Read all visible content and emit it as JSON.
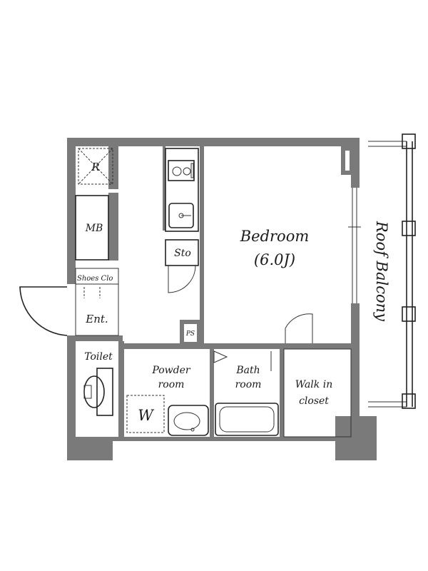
{
  "rooms": {
    "bedroom": "Bedroom",
    "bedroom_size": "(6.0J)",
    "roof_balcony": "Roof Balcony",
    "toilet": "Toilet",
    "powder_line1": "Powder",
    "powder_line2": "room",
    "bath_line1": "Bath",
    "bath_line2": "room",
    "walkin_line1": "Walk in",
    "walkin_line2": "closet",
    "entrance": "Ent.",
    "shoes_closet": "Shoes Clo",
    "meter_box": "MB",
    "refrigerator": "R",
    "storage": "Sto",
    "pipe_space": "PS",
    "washer": "W"
  },
  "colors": {
    "wall": "#7a7a7a",
    "line": "#222222",
    "background": "#ffffff"
  }
}
